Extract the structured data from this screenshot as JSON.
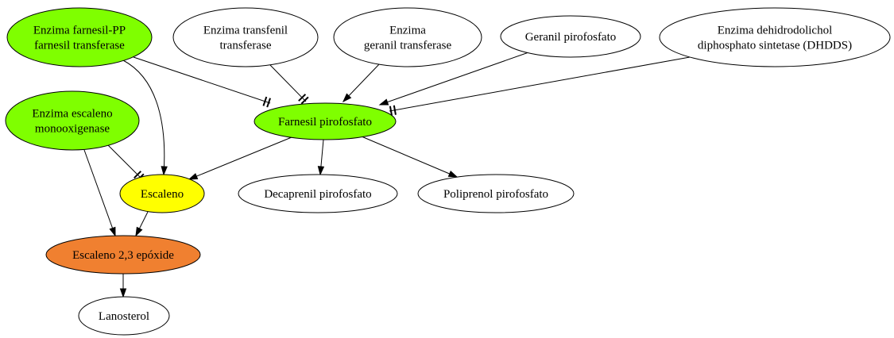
{
  "nodes": {
    "enzima_farnesil_pp": {
      "lines": [
        "Enzima farnesil-PP",
        "farnesil transferase"
      ],
      "color": "#7fff00"
    },
    "enzima_transfenil": {
      "lines": [
        "Enzima transfenil",
        "transferase"
      ],
      "color": "#ffffff"
    },
    "enzima_geranil": {
      "lines": [
        "Enzima",
        "geranil transferase"
      ],
      "color": "#ffffff"
    },
    "geranil_pirofosfato": {
      "lines": [
        "Geranil pirofosfato"
      ],
      "color": "#ffffff"
    },
    "enzima_dhdds": {
      "lines": [
        "Enzima dehidrodolichol",
        "diphosphato sintetase (DHDDS)"
      ],
      "color": "#ffffff"
    },
    "enzima_escaleno_mono": {
      "lines": [
        "Enzima escaleno",
        "monooxigenase"
      ],
      "color": "#7fff00"
    },
    "farnesil_pirofosfato": {
      "lines": [
        "Farnesil pirofosfato"
      ],
      "color": "#7fff00"
    },
    "escaleno": {
      "lines": [
        "Escaleno"
      ],
      "color": "#ffff00"
    },
    "decaprenil_pirofosfato": {
      "lines": [
        "Decaprenil pirofosfato"
      ],
      "color": "#ffffff"
    },
    "poliprenol_pirofosfato": {
      "lines": [
        "Poliprenol pirofosfato"
      ],
      "color": "#ffffff"
    },
    "escaleno_epoxide": {
      "lines": [
        "Escaleno 2,3 epóxide"
      ],
      "color": "#f08030"
    },
    "lanosterol": {
      "lines": [
        "Lanosterol"
      ],
      "color": "#ffffff"
    }
  },
  "edges": [
    {
      "from": "enzima_farnesil_pp",
      "to": "farnesil_pirofosfato",
      "type": "inhibit"
    },
    {
      "from": "enzima_farnesil_pp",
      "to": "escaleno",
      "type": "arrow"
    },
    {
      "from": "enzima_transfenil",
      "to": "farnesil_pirofosfato",
      "type": "inhibit"
    },
    {
      "from": "enzima_geranil",
      "to": "farnesil_pirofosfato",
      "type": "arrow"
    },
    {
      "from": "geranil_pirofosfato",
      "to": "farnesil_pirofosfato",
      "type": "arrow"
    },
    {
      "from": "enzima_dhdds",
      "to": "farnesil_pirofosfato",
      "type": "inhibit"
    },
    {
      "from": "enzima_escaleno_mono",
      "to": "escaleno",
      "type": "inhibit"
    },
    {
      "from": "enzima_escaleno_mono",
      "to": "escaleno_epoxide",
      "type": "arrow"
    },
    {
      "from": "farnesil_pirofosfato",
      "to": "escaleno",
      "type": "arrow"
    },
    {
      "from": "farnesil_pirofosfato",
      "to": "decaprenil_pirofosfato",
      "type": "arrow"
    },
    {
      "from": "farnesil_pirofosfato",
      "to": "poliprenol_pirofosfato",
      "type": "arrow"
    },
    {
      "from": "escaleno",
      "to": "escaleno_epoxide",
      "type": "arrow"
    },
    {
      "from": "escaleno_epoxide",
      "to": "lanosterol",
      "type": "arrow"
    }
  ]
}
